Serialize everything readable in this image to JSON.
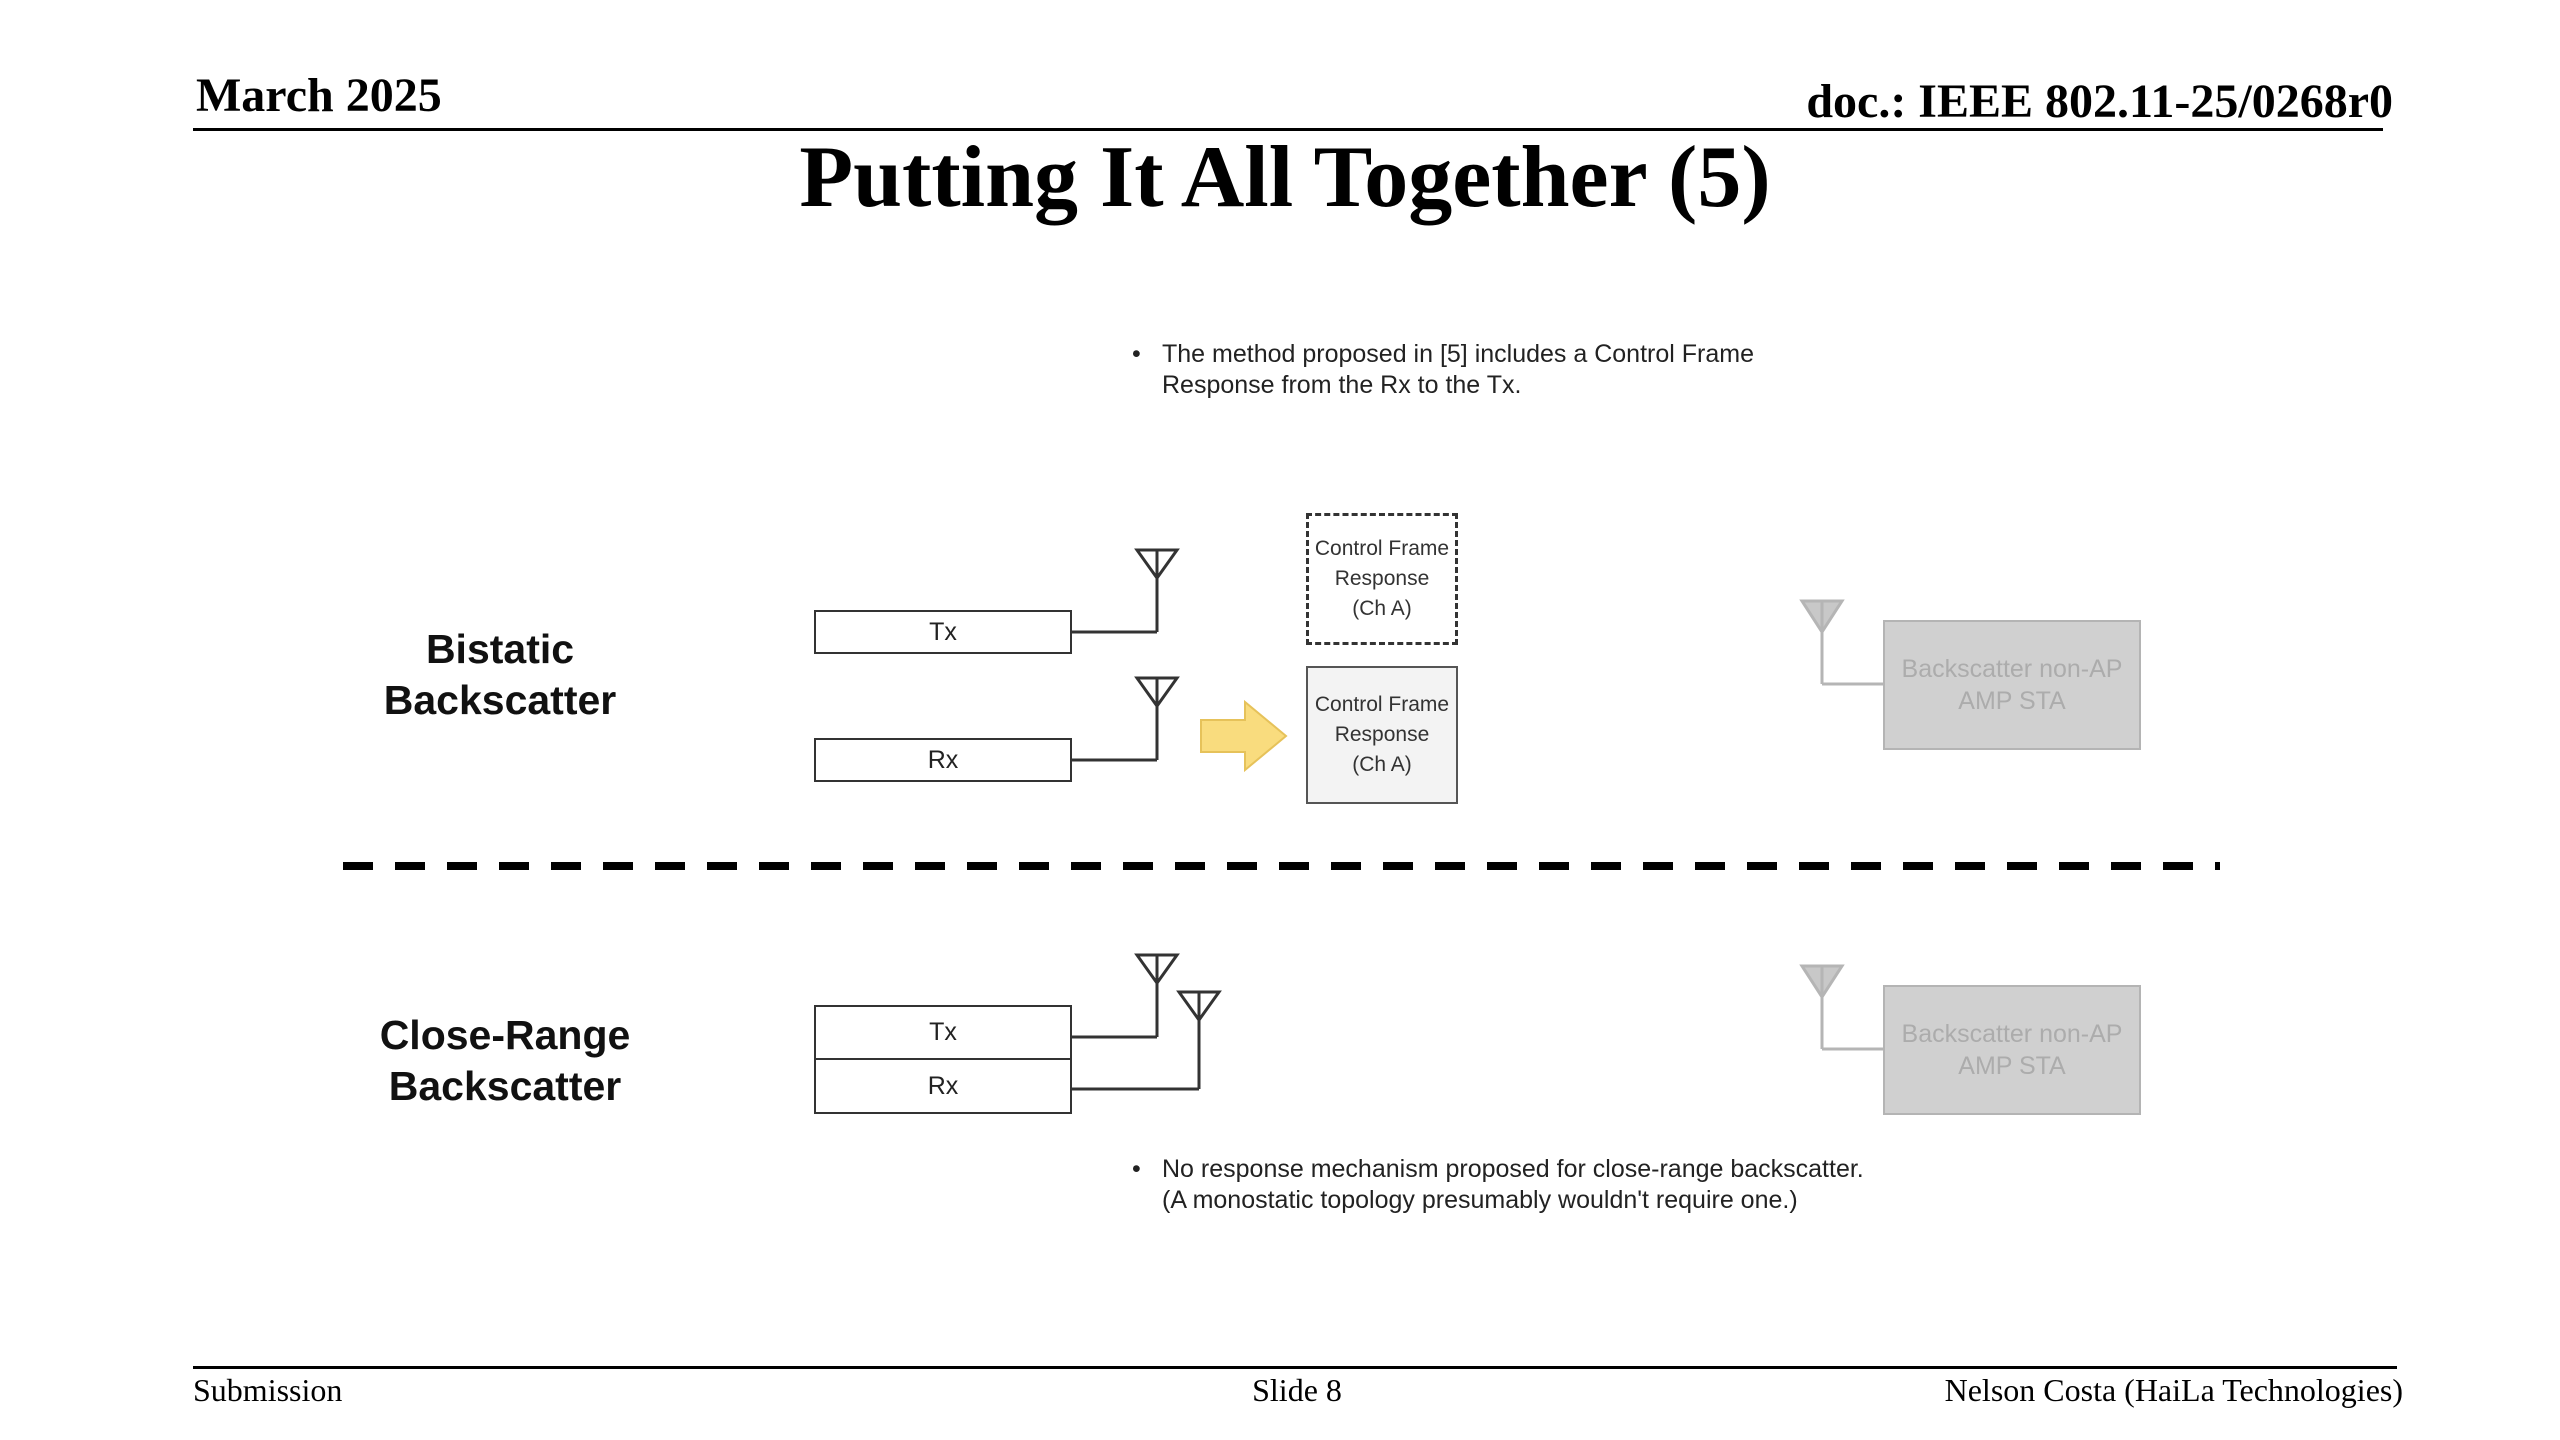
{
  "header": {
    "date": "March 2025",
    "doc": "doc.: IEEE 802.11-25/0268r0"
  },
  "slide": {
    "title": "Putting It All Together (5)"
  },
  "bistatic": {
    "label_line1": "Bistatic",
    "label_line2": "Backscatter",
    "note_line1": "The method proposed in [5] includes a Control Frame",
    "note_line2": "Response from the Rx to the Tx.",
    "tx_label": "Tx",
    "rx_label": "Rx",
    "frame_dashed": [
      "Control Frame",
      "Response",
      "(Ch A)"
    ],
    "frame_solid": [
      "Control Frame",
      "Response",
      "(Ch A)"
    ],
    "sta_line1": "Backscatter non-AP",
    "sta_line2": "AMP STA"
  },
  "close_range": {
    "label_line1": "Close-Range",
    "label_line2": "Backscatter",
    "tx_label": "Tx",
    "rx_label": "Rx",
    "sta_line1": "Backscatter non-AP",
    "sta_line2": "AMP STA",
    "note_line1": "No response mechanism proposed for close-range backscatter.",
    "note_line2": "(A monostatic topology presumably wouldn't require one.)"
  },
  "colors": {
    "arrow_fill": "#f9dc7e",
    "arrow_stroke": "#e6c25a",
    "faded_box": "#d0d0d0",
    "faded_text": "#acacac"
  },
  "footer": {
    "left": "Submission",
    "center": "Slide 8",
    "right": "Nelson Costa (HaiLa Technologies)"
  }
}
